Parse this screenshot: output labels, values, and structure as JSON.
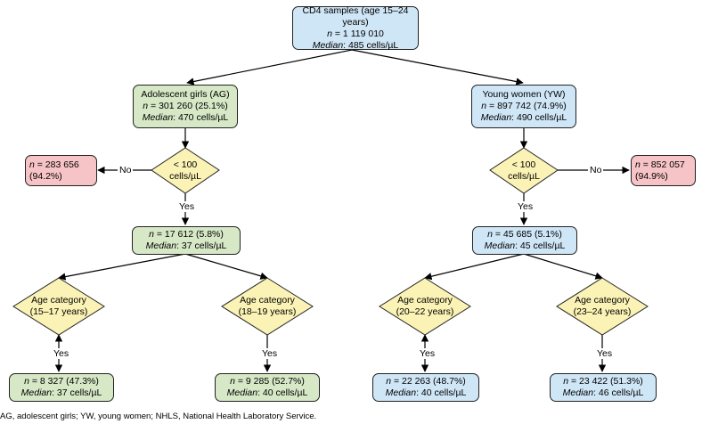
{
  "root": {
    "title": "CD4 samples (age 15–24 years)",
    "n_label": "n",
    "n_value": " = 1 119 010",
    "median_label": "Median",
    "median_value": ": 485 cells/µL"
  },
  "ag": {
    "title": "Adolescent girls (AG)",
    "n_label": "n",
    "n_value": " = 301 260 (25.1%)",
    "median_label": "Median",
    "median_value": ": 470 cells/µL",
    "threshold_line1": "< 100",
    "threshold_line2": "cells/µL",
    "no_label": "No",
    "yes_label": "Yes",
    "no_n_label": "n",
    "no_n_value": " = 283 656",
    "no_pct": "(94.2%)",
    "low_n_label": "n",
    "low_n_value": " = 17 612 (5.8%)",
    "low_median_label": "Median",
    "low_median_value": ": 37 cells/µL",
    "age1_line1": "Age category",
    "age1_line2": "(15–17 years)",
    "age2_line1": "Age category",
    "age2_line2": "(18–19 years)",
    "age1_yes": "Yes",
    "age2_yes": "Yes",
    "leaf1_n_label": "n",
    "leaf1_n_value": " = 8 327 (47.3%)",
    "leaf1_median_label": "Median",
    "leaf1_median_value": ": 37 cells/µL",
    "leaf2_n_label": "n",
    "leaf2_n_value": " = 9 285 (52.7%)",
    "leaf2_median_label": "Median",
    "leaf2_median_value": ": 40 cells/µL"
  },
  "yw": {
    "title": "Young women (YW)",
    "n_label": "n",
    "n_value": " = 897 742 (74.9%)",
    "median_label": "Median",
    "median_value": ": 490 cells/µL",
    "threshold_line1": "< 100",
    "threshold_line2": "cells/µL",
    "no_label": "No",
    "yes_label": "Yes",
    "no_n_label": "n",
    "no_n_value": " = 852 057",
    "no_pct": "(94.9%)",
    "low_n_label": "n",
    "low_n_value": " = 45 685 (5.1%)",
    "low_median_label": "Median",
    "low_median_value": ": 45 cells/µL",
    "age1_line1": "Age category",
    "age1_line2": "(20–22 years)",
    "age2_line1": "Age category",
    "age2_line2": "(23–24 years)",
    "age1_yes": "Yes",
    "age2_yes": "Yes",
    "leaf1_n_label": "n",
    "leaf1_n_value": " = 22 263 (48.7%)",
    "leaf1_median_label": "Median",
    "leaf1_median_value": ": 40 cells/µL",
    "leaf2_n_label": "n",
    "leaf2_n_value": " = 23 422 (51.3%)",
    "leaf2_median_label": "Median",
    "leaf2_median_value": ": 46 cells/µL"
  },
  "footnote": "AG, adolescent girls; YW, young women; NHLS, National Health Laboratory Service.",
  "colors": {
    "blue_fill": "#cfe6f6",
    "green_fill": "#d6e8c6",
    "pink_fill": "#f6c3c6",
    "diamond_fill": "#fbf3b5"
  }
}
